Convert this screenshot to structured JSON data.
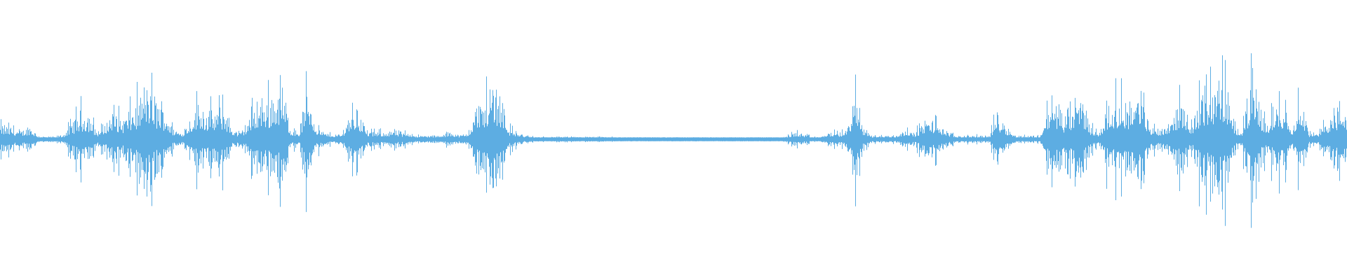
{
  "chart_data": {
    "type": "area",
    "title": "",
    "xlabel": "",
    "ylabel": "",
    "ylim": [
      -1,
      1
    ],
    "grid": false,
    "legend": "none",
    "symmetric": true,
    "color": "#5dade2",
    "background": "#ffffff",
    "bin_count": 160,
    "peak_amplitudes": [
      0.1,
      0.08,
      0.05,
      0.1,
      0.02,
      0.01,
      0.01,
      0.03,
      0.12,
      0.22,
      0.2,
      0.05,
      0.12,
      0.22,
      0.15,
      0.22,
      0.3,
      0.42,
      0.3,
      0.25,
      0.08,
      0.04,
      0.15,
      0.28,
      0.22,
      0.2,
      0.28,
      0.08,
      0.04,
      0.15,
      0.3,
      0.3,
      0.35,
      0.4,
      0.08,
      0.05,
      0.42,
      0.1,
      0.04,
      0.03,
      0.03,
      0.2,
      0.25,
      0.06,
      0.05,
      0.05,
      0.06,
      0.04,
      0.05,
      0.02,
      0.02,
      0.02,
      0.02,
      0.06,
      0.02,
      0.04,
      0.25,
      0.3,
      0.45,
      0.35,
      0.08,
      0.04,
      0.02,
      0.01,
      0.01,
      0.01,
      0.01,
      0.01,
      0.01,
      0.01,
      0.01,
      0.01,
      0.01,
      0.004,
      0.004,
      0.004,
      0.004,
      0.004,
      0.004,
      0.004,
      0.004,
      0.004,
      0.004,
      0.004,
      0.004,
      0.004,
      0.004,
      0.004,
      0.004,
      0.004,
      0.004,
      0.004,
      0.004,
      0.02,
      0.05,
      0.03,
      0.01,
      0.01,
      0.05,
      0.04,
      0.06,
      0.35,
      0.1,
      0.02,
      0.02,
      0.02,
      0.02,
      0.08,
      0.03,
      0.12,
      0.15,
      0.12,
      0.05,
      0.02,
      0.02,
      0.02,
      0.02,
      0.02,
      0.22,
      0.1,
      0.02,
      0.02,
      0.02,
      0.02,
      0.25,
      0.3,
      0.15,
      0.25,
      0.32,
      0.1,
      0.04,
      0.25,
      0.3,
      0.3,
      0.3,
      0.35,
      0.1,
      0.08,
      0.1,
      0.22,
      0.3,
      0.1,
      0.35,
      0.4,
      0.45,
      0.47,
      0.1,
      0.08,
      0.45,
      0.25,
      0.12,
      0.28,
      0.28,
      0.1,
      0.35,
      0.04,
      0.03,
      0.15,
      0.22,
      0.25
    ]
  }
}
